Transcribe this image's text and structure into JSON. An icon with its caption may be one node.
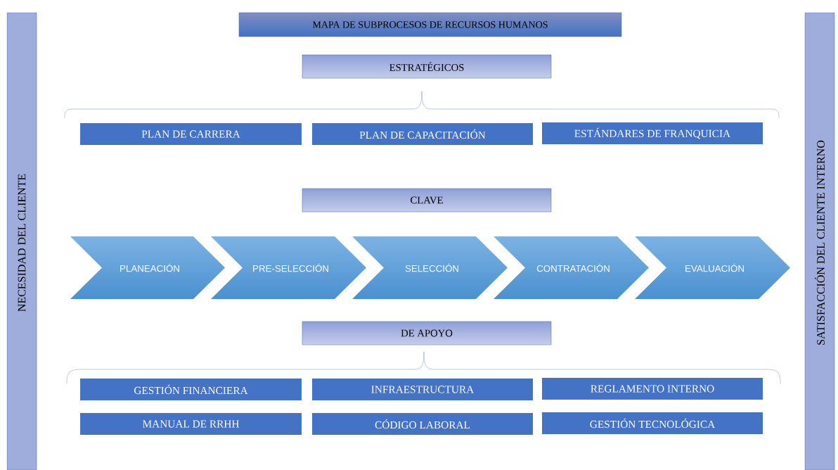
{
  "diagram": {
    "title": "MAPA DE SUBPROCESOS DE RECURSOS HUMANOS",
    "nodes": [
      {
        "text": [
          "NECESIDAD DEL CLIENTE"
        ]
      },
      {
        "text": [
          "SATISFACCIÓN DEL CLIENTE INTERNO"
        ]
      },
      {
        "text": [
          "ESTRATÉGICOS"
        ]
      },
      {
        "text": [
          "PLAN DE CARRERA"
        ]
      },
      {
        "text": [
          "PLAN DE CAPACITACIÓN"
        ]
      },
      {
        "text": [
          "ESTÁNDARES DE FRANQUICIA"
        ]
      },
      {
        "text": [
          "CLAVE"
        ]
      },
      {
        "text": [
          "PLANEACIÓN"
        ]
      },
      {
        "text": [
          "PRE-SELECCIÓN"
        ]
      },
      {
        "text": [
          "SELECCIÓN"
        ]
      },
      {
        "text": [
          "CONTRATACIÓN"
        ]
      },
      {
        "text": [
          "EVALUACIÓN"
        ]
      },
      {
        "text": [
          "DE APOYO"
        ]
      },
      {
        "text": [
          "GESTIÓN FINANCIERA"
        ]
      },
      {
        "text": [
          "INFRAESTRUCTURA"
        ]
      },
      {
        "text": [
          "REGLAMENTO INTERNO"
        ]
      },
      {
        "text": [
          "MANUAL DE RRHH"
        ]
      },
      {
        "text": [
          "CÓDIGO LABORAL"
        ]
      },
      {
        "text": [
          "GESTIÓN TECNOLÓGICA"
        ]
      }
    ]
  }
}
